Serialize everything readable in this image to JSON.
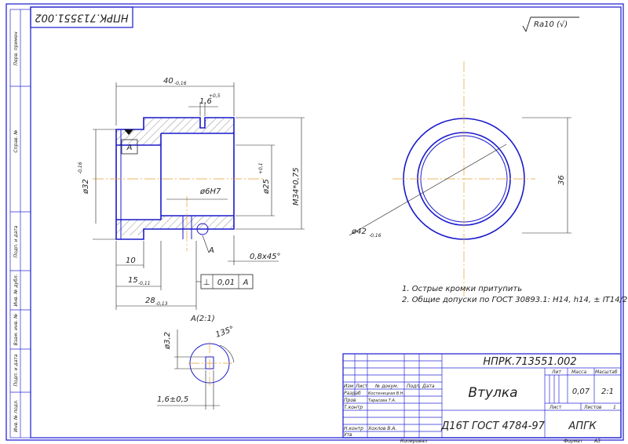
{
  "drawing": {
    "number": "НПРК.713551.002",
    "number_rotated": "НПРК.713551.002",
    "roughness": "Ra10 (√)"
  },
  "side_stamps": [
    "Перв. примен",
    "Справ. №",
    "Подп. и дата",
    "Инв. № дубл.",
    "Взам. инв. №",
    "Подп. и дата",
    "Инв. № подл."
  ],
  "dimensions": {
    "length_total": "40",
    "length_total_tol": "-0,16",
    "groove_width": "1,6",
    "groove_width_tol": "+0,5",
    "dia_outer_left": "ø32",
    "dia_outer_left_tol": "-0,16",
    "dia_inner": "ø25",
    "dia_inner_tol": "+0,1",
    "thread": "М34*0,75",
    "hole": "ø6Н7",
    "len_10": "10",
    "len_15": "15",
    "len_15_tol": "-0,11",
    "len_28": "28",
    "len_28_tol": "-0,13",
    "chamfer": "0,8x45°",
    "datum": "А",
    "datum2": "А",
    "section_label": "А(2:1)",
    "dia_42": "ø42",
    "dia_42_tol": "-0,16",
    "dim_36": "36",
    "detail_dia": "ø3,2",
    "detail_width": "1,6±0,5",
    "detail_angle": "135°",
    "tolerance_symbol": "⊥",
    "tolerance_value": "0,01",
    "tolerance_datum": "А"
  },
  "notes": [
    "1. Острые кромки притупить",
    "2. Общие допуски по ГОСТ 30893.1: Н14, h14, ± IT14/2."
  ],
  "title_block": {
    "code": "НПРК.713551.002",
    "name": "Втулка",
    "material": "Д16Т ГОСТ 4784-97",
    "org": "АПГК",
    "lit_label": "Лит",
    "mass_label": "Масса",
    "scale_label": "Масштаб",
    "mass": "0,07",
    "scale": "2:1",
    "sheet_label": "Лист",
    "sheets_label": "Листов",
    "sheets": "1",
    "col_izm": "Изм",
    "col_list": "Лист",
    "col_doc": "№ докум.",
    "col_sign": "Подп.",
    "col_date": "Дата",
    "razrab_label": "Разраб",
    "razrab_name": "Костенецкая В.Н.",
    "prov_label": "Пров",
    "prov_name": "Тарасова Т.А.",
    "tkontr_label": "Т.контр",
    "nkontr_label": "Н.контр",
    "nkontr_name": "Хохлов В.А.",
    "utv_label": "Утв",
    "copied": "Копировал",
    "format_label": "Формат",
    "format": "А3"
  }
}
